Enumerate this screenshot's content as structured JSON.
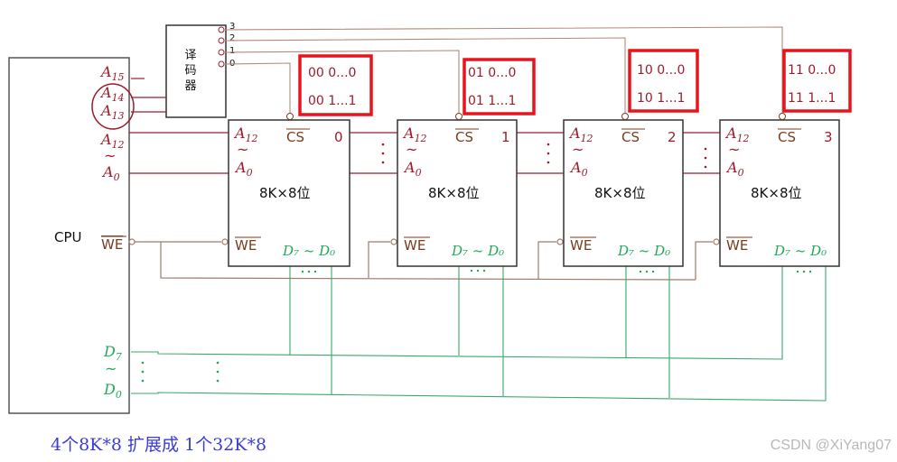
{
  "cpu": {
    "label": "CPU",
    "a15": "A",
    "a15_sub": "15",
    "a14": "A",
    "a14_sub": "14",
    "a13": "A",
    "a13_sub": "13",
    "a12": "A",
    "a12_sub": "12",
    "tilde": "~",
    "a0": "A",
    "a0_sub": "0",
    "we": "WE",
    "d7": "D",
    "d7_sub": "7",
    "d0": "D",
    "d0_sub": "0"
  },
  "decoder": {
    "label_1": "译",
    "label_2": "码",
    "label_3": "器",
    "outputs": [
      "3",
      "2",
      "1",
      "0"
    ]
  },
  "chips": [
    {
      "index": "0",
      "capacity": "8K×8位",
      "cs": "CS",
      "we": "WE",
      "a12": "A",
      "a12_sub": "12",
      "a0": "A",
      "a0_sub": "0",
      "data": "D₇ ~ D₀",
      "range_low": "00 0...0",
      "range_high": "00 1...1"
    },
    {
      "index": "1",
      "capacity": "8K×8位",
      "cs": "CS",
      "we": "WE",
      "a12": "A",
      "a12_sub": "12",
      "a0": "A",
      "a0_sub": "0",
      "data": "D₇ ~ D₀",
      "range_low": "01 0...0",
      "range_high": "01 1...1"
    },
    {
      "index": "2",
      "capacity": "8K×8位",
      "cs": "CS",
      "we": "WE",
      "a12": "A",
      "a12_sub": "12",
      "a0": "A",
      "a0_sub": "0",
      "data": "D₇ ~ D₀",
      "range_low": "10 0...0",
      "range_high": "10 1...1"
    },
    {
      "index": "3",
      "capacity": "8K×8位",
      "cs": "CS",
      "we": "WE",
      "a12": "A",
      "a12_sub": "12",
      "a0": "A",
      "a0_sub": "0",
      "data": "D₇ ~ D₀",
      "range_low": "11 0...0",
      "range_high": "11 1...1"
    }
  ],
  "caption": "4个8K*8 扩展成 1个32K*8",
  "watermark": "CSDN @XiYang07",
  "colors": {
    "address": "#9b1c2c",
    "control": "#7a3b1e",
    "data": "#22a85a",
    "highlight": "#e8141c",
    "caption": "#3b3bd8"
  }
}
